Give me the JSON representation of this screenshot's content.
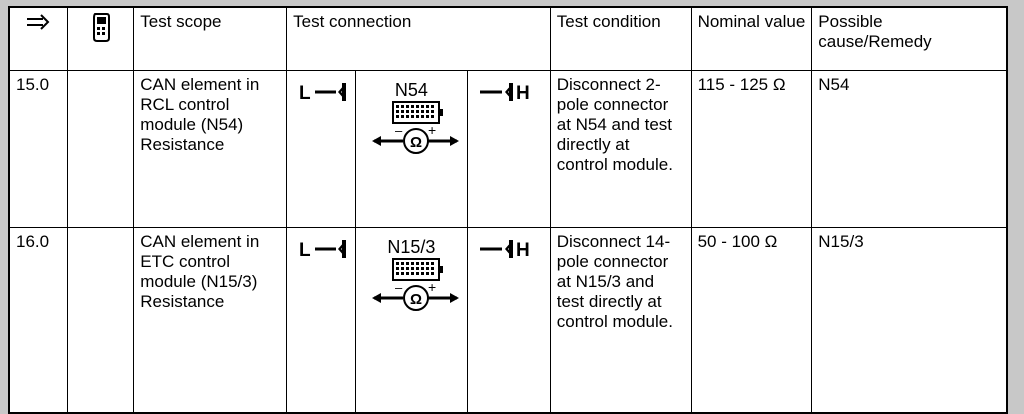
{
  "table": {
    "headers": {
      "step_icon": "double-arrow",
      "tool_icon": "handheld-tester",
      "test_scope": "Test scope",
      "test_connection": "Test connection",
      "test_condition": "Test condition",
      "nominal_value": "Nominal value",
      "possible_cause": "Possible cause/Remedy"
    },
    "rows": [
      {
        "number": "15.0",
        "tool": "",
        "test_scope": "CAN element in RCL control module (N54) Resistance",
        "connection": {
          "left_terminal": "L",
          "device_label": "N54",
          "meter_symbol": "Ω",
          "polarity_minus": "–",
          "polarity_plus": "+",
          "right_terminal": "H"
        },
        "test_condition": "Disconnect 2-pole connector at N54 and test directly at control module.",
        "nominal_value": "115 - 125 Ω",
        "possible_cause": "N54"
      },
      {
        "number": "16.0",
        "tool": "",
        "test_scope": "CAN element in ETC control module (N15/3) Resistance",
        "connection": {
          "left_terminal": "L",
          "device_label": "N15/3",
          "meter_symbol": "Ω",
          "polarity_minus": "–",
          "polarity_plus": "+",
          "right_terminal": "H"
        },
        "test_condition": "Disconnect 14-pole connector at N15/3 and test directly at control module.",
        "nominal_value": "50 - 100 Ω",
        "possible_cause": "N15/3"
      }
    ]
  },
  "colors": {
    "page_background": "#c8c8c8",
    "table_background": "#ffffff",
    "ink": "#000000"
  }
}
